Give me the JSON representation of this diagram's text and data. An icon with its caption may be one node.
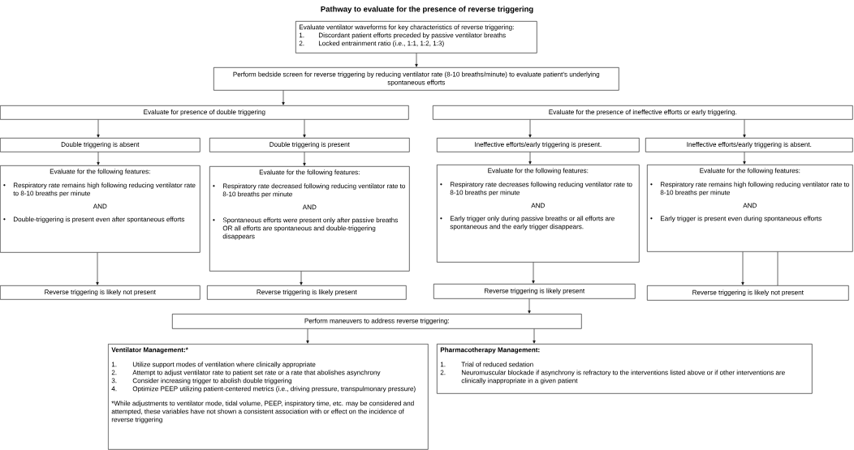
{
  "diagram": {
    "title": "Pathway to evaluate for the presence of reverse triggering",
    "nodes": [
      {
        "text": [
          "Evaluate ventilator waveforms for key characteristics of reverse triggering:",
          "1.",
          "Discordant patient efforts preceded by passive ventilator breaths",
          "2.",
          "Locked entrainment ratio (i.e., 1:1, 1:2, 1:3)"
        ]
      },
      {
        "text": [
          "Perform bedside screen for reverse triggering by reducing ventilator rate (8-10 breaths/minute) to evaluate patient’s underlying spontaneous efforts"
        ]
      },
      {
        "text": [
          "Evaluate for presence of double triggering"
        ]
      },
      {
        "text": [
          "Evaluate for the presence of ineffective efforts or early triggering."
        ]
      },
      {
        "text": [
          "Double triggering is absent"
        ]
      },
      {
        "text": [
          "Double triggering is present"
        ]
      },
      {
        "text": [
          "Ineffective efforts/early triggering is present."
        ]
      },
      {
        "text": [
          "Ineffective efforts/early triggering is absent."
        ]
      },
      {
        "text": [
          "Evaluate for the following features:",
          "Respiratory rate remains high following reducing ventilator rate to 8-10 breaths per minute",
          "AND",
          "Double-triggering is present even after spontaneous efforts"
        ]
      },
      {
        "text": [
          "Evaluate for the following features:",
          "Respiratory rate decreased following reducing ventilator rate to 8-10 breaths per minute",
          "AND",
          "Spontaneous efforts were present only after passive breaths OR all efforts are spontaneous and double-triggering disappears"
        ]
      },
      {
        "text": [
          "Evaluate for the following features:",
          "Respiratory rate decreases following reducing ventilator rate to 8-10 breaths per minute",
          "AND",
          "Early trigger only during passive breaths or all efforts are spontaneous and the early trigger disappears."
        ]
      },
      {
        "text": [
          "Evaluate for the following features:",
          "Respiratory rate remains high following reducing ventilator rate to 8-10 breaths per minute",
          "AND",
          "Early trigger is present even during spontaneous efforts"
        ]
      },
      {
        "text": [
          "Reverse triggering is likely not present"
        ]
      },
      {
        "text": [
          "Reverse triggering is likely present"
        ]
      },
      {
        "text": [
          "Reverse triggering is likely present"
        ]
      },
      {
        "text": [
          "Reverse triggering is likely not present"
        ]
      },
      {
        "text": [
          "Perform maneuvers to address reverse triggering:"
        ]
      },
      {
        "text": [
          "Ventilator Management:*",
          "1.",
          "Utilize support modes of ventilation where clinically appropriate",
          "2.",
          "Attempt to adjust ventilator rate to patient set rate or a rate that abolishes asynchrony",
          "3.",
          "Consider increasing trigger to abolish double triggering",
          "4.",
          "Optimize PEEP utilizing patient-centered metrics (i.e., driving pressure, transpulmonary pressure)",
          "*While adjustments to ventilator mode, tidal volume, PEEP, inspiratory time, etc. may be considered and attempted, these variables have not shown a consistent association with or effect on the incidence of reverse triggering"
        ]
      },
      {
        "text": [
          "Pharmacotherapy Management:",
          "1.",
          "Trial of reduced sedation",
          "2.",
          "Neuromuscular blockade if asynchrony is refractory to the interventions listed above or if other interventions are clinically inappropriate in a given patient"
        ]
      }
    ],
    "edges": [
      {
        "from": 0,
        "to": 1,
        "arrow": "to"
      },
      {
        "from": 1,
        "to": 2,
        "arrow": "to"
      },
      {
        "from": 2,
        "to": 4,
        "arrow": "to"
      },
      {
        "from": 2,
        "to": 5,
        "arrow": "to"
      },
      {
        "from": 3,
        "to": 6,
        "arrow": "to"
      },
      {
        "from": 3,
        "to": 7,
        "arrow": "to"
      },
      {
        "from": 4,
        "to": 8,
        "arrow": "to"
      },
      {
        "from": 5,
        "to": 9,
        "arrow": "to"
      },
      {
        "from": 6,
        "to": 10,
        "arrow": "to"
      },
      {
        "from": 7,
        "to": 11,
        "arrow": "to"
      },
      {
        "from": 8,
        "to": 12,
        "arrow": "to"
      },
      {
        "from": 9,
        "to": 13,
        "arrow": "to"
      },
      {
        "from": 10,
        "to": 14,
        "arrow": "to"
      },
      {
        "from": 11,
        "to": 15,
        "arrow": "to"
      },
      {
        "from": 11,
        "to": 15,
        "arrow": "none"
      },
      {
        "from": 14,
        "to": 16,
        "arrow": "to"
      },
      {
        "from": 16,
        "to": 17,
        "arrow": "to"
      },
      {
        "from": 16,
        "to": 18,
        "arrow": "to"
      }
    ]
  }
}
